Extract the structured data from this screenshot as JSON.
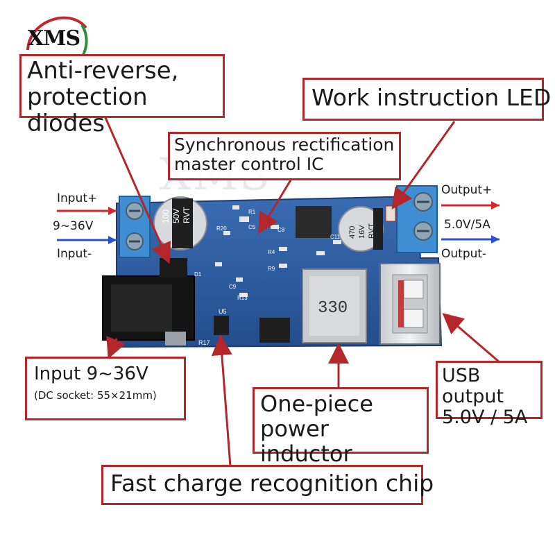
{
  "logo": {
    "text": "XMS"
  },
  "watermark": {
    "text": "XMS"
  },
  "callouts": {
    "anti_reverse": [
      "Anti-reverse,",
      "protection diodes"
    ],
    "work_led": "Work instruction LED",
    "sync_ic": [
      "Synchronous rectification",
      "master control IC"
    ],
    "input_dc": {
      "main": "Input 9~36V",
      "sub": "(DC socket: 55×21mm)"
    },
    "usb_output": [
      "USB output",
      "5.0V / 5A"
    ],
    "inductor": [
      "One-piece",
      "power inductor"
    ],
    "fast_charge": "Fast charge recognition chip"
  },
  "terminals": {
    "input_plus": "Input+",
    "input_range": "9~36V",
    "input_minus": "Input-",
    "output_plus": "Output+",
    "output_rating": "5.0V/5A",
    "output_minus": "Output-"
  },
  "board_markings": {
    "cap_left": [
      "100",
      "50V",
      "RVT"
    ],
    "cap_right": [
      "470",
      "16V",
      "RVT"
    ],
    "inductor_code": "330",
    "u5": "U5",
    "r17": "R17",
    "d1": "D1",
    "r1": "R1",
    "r20": "R20",
    "c5": "C5",
    "c8": "C8",
    "r4": "R4",
    "r9": "R9",
    "c9": "C9",
    "r13": "R13",
    "c11": "C11"
  },
  "colors": {
    "accent": "#b3262a",
    "pcb": "#2f5fa3",
    "terminal": "#3f8ed3"
  }
}
